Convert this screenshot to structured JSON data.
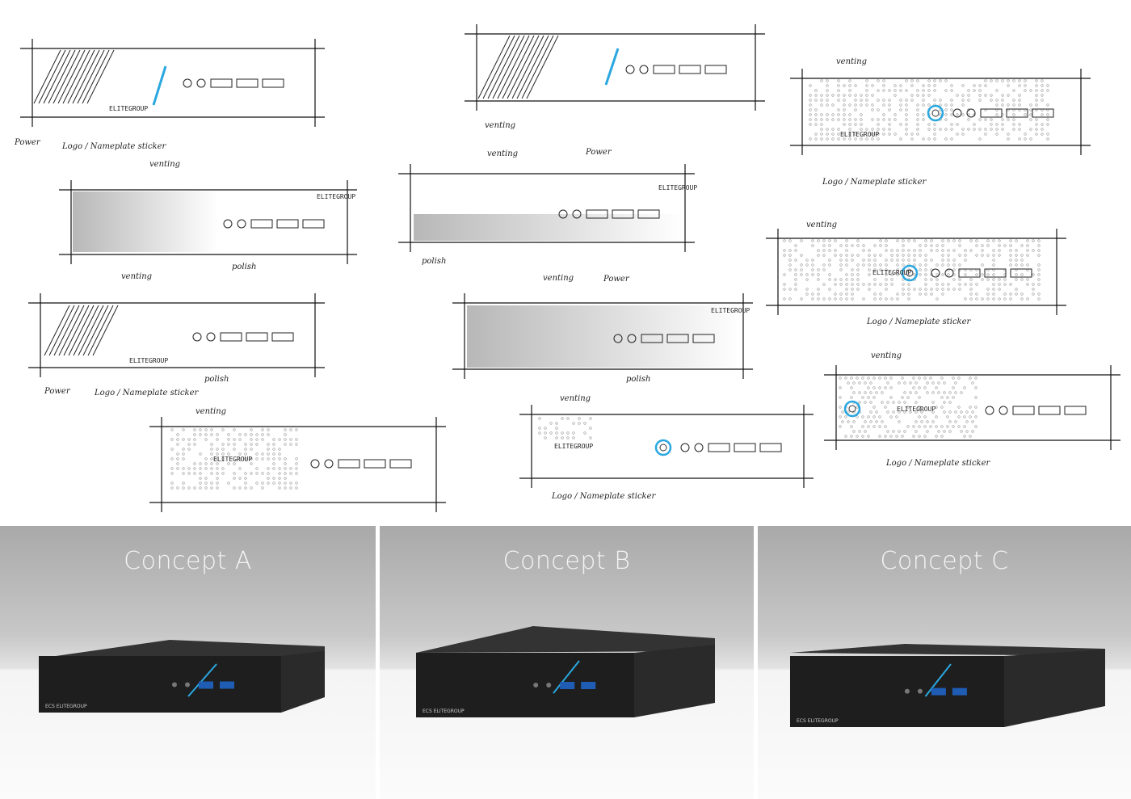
{
  "sketches": [
    {
      "id": "s1",
      "brand": "ELITEGROUP",
      "labels": [
        "Power",
        "Logo / Nameplate sticker"
      ]
    },
    {
      "id": "s2",
      "labels": [
        "venting"
      ]
    },
    {
      "id": "s3",
      "brand": "ELITEGROUP",
      "labels": [
        "venting",
        "Logo / Nameplate sticker"
      ]
    },
    {
      "id": "s4",
      "brand": "ELITEGROUP",
      "labels": [
        "venting",
        "polish"
      ]
    },
    {
      "id": "s5",
      "brand": "ELITEGROUP",
      "labels": [
        "venting",
        "Power",
        "polish"
      ]
    },
    {
      "id": "s6",
      "brand": "ELITEGROUP",
      "labels": [
        "venting",
        "Logo / Nameplate sticker"
      ]
    },
    {
      "id": "s7",
      "brand": "ELITEGROUP",
      "labels": [
        "venting",
        "Power",
        "Logo / Nameplate sticker",
        "polish"
      ]
    },
    {
      "id": "s8",
      "brand": "ELITEGROUP",
      "labels": [
        "venting",
        "Power",
        "polish"
      ]
    },
    {
      "id": "s9",
      "brand": "ELITEGROUP",
      "labels": [
        "venting",
        "Logo / Nameplate sticker"
      ]
    },
    {
      "id": "s10",
      "brand": "ELITEGROUP",
      "labels": [
        "venting"
      ]
    },
    {
      "id": "s11",
      "brand": "ELITEGROUP",
      "labels": [
        "venting",
        "Logo / Nameplate sticker"
      ]
    }
  ],
  "concepts": [
    {
      "title": "Concept A",
      "brand": "ECS ELITEGROUP"
    },
    {
      "title": "Concept B",
      "brand": "ECS ELITEGROUP"
    },
    {
      "title": "Concept C",
      "brand": "ECS ELITEGROUP"
    }
  ],
  "colors": {
    "accent": "#2aa7e0",
    "case": "#262626"
  }
}
